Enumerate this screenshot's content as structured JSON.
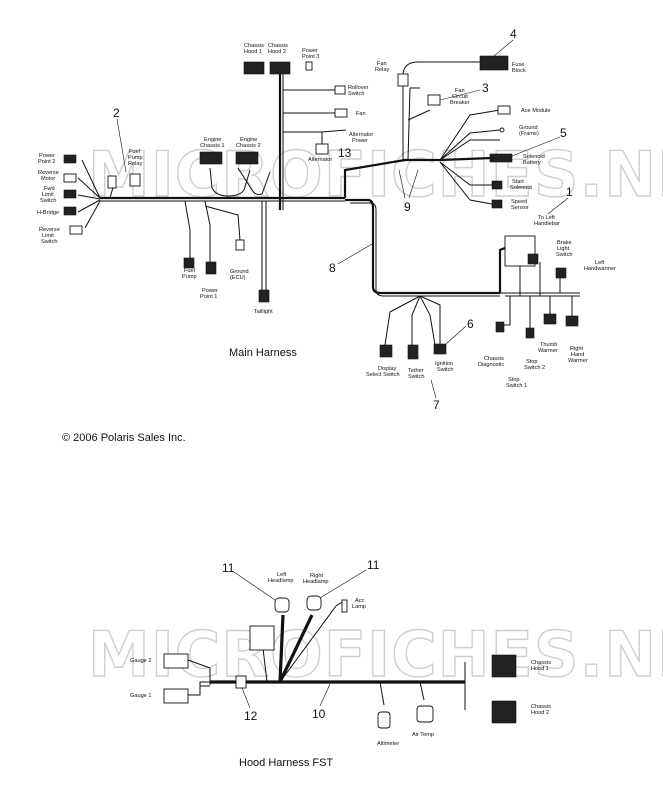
{
  "watermark": "MICROFICHES.NET",
  "copyright": "© 2006 Polaris Sales Inc.",
  "main_harness": {
    "title": "Main Harness",
    "labels": {
      "chassis_hood_1": [
        "Chassis",
        "Hood 1"
      ],
      "chassis_hood_2": [
        "Chassis",
        "Hood 2"
      ],
      "power_point_3": [
        "Power",
        "Point 3"
      ],
      "fan_relay": [
        "Fan",
        "Relay"
      ],
      "fuse_block": [
        "Fuse",
        "Block"
      ],
      "rollover_switch": [
        "Rollover",
        "Switch"
      ],
      "fan": [
        "Fan"
      ],
      "fan_circuit_breaker": [
        "Fan",
        "Circuit",
        "Breaker"
      ],
      "ace_module": [
        "Ace Module"
      ],
      "ground_frame": [
        "Ground",
        "(Frame)"
      ],
      "solenoid_battery": [
        "Solenoid",
        "Battery"
      ],
      "start_solenoid": [
        "Start",
        "Solenoid"
      ],
      "speed_sensor": [
        "Speed",
        "Sensor"
      ],
      "alternator_power": [
        "Alternator",
        "Power"
      ],
      "alternator": [
        "Alternator"
      ],
      "engine_chassis_1": [
        "Engine",
        "Chassis 1"
      ],
      "engine_chassis_2": [
        "Engine",
        "Chassis 2"
      ],
      "fuel_pump_relay": [
        "Fuel",
        "Pump",
        "Relay"
      ],
      "power_point_2": [
        "Power",
        "Point 2"
      ],
      "reverse_motor": [
        "Reverse",
        "Motor"
      ],
      "fwd_limit_switch": [
        "Fwd",
        "Limit",
        "Switch"
      ],
      "h_bridge": [
        "H-Bridge"
      ],
      "reverse_limit_switch": [
        "Reverse",
        "Limit",
        "Switch"
      ],
      "fuel_pump": [
        "Fuel",
        "Pump"
      ],
      "power_point_1": [
        "Power",
        "Point 1"
      ],
      "ground_ecu": [
        "Ground",
        "(ECU)"
      ],
      "taillight": [
        "Taillight"
      ],
      "to_left_handlebar": [
        "To Left",
        "Handlebar"
      ],
      "brake_light_switch": [
        "Brake",
        "Light",
        "Switch"
      ],
      "left_handwarmer": [
        "Left",
        "Handwarmer"
      ],
      "thumb_warmer": [
        "Thumb",
        "Warmer"
      ],
      "right_hand_warmer": [
        "Right",
        "Hand",
        "Warmer"
      ],
      "chassis_diagnostic": [
        "Chassis",
        "Diagnostic"
      ],
      "stop_switch_2": [
        "Stop",
        "Switch 2"
      ],
      "stop_switch_1": [
        "Stop",
        "Switch 1"
      ],
      "ignition_switch": [
        "Ignition",
        "Switch"
      ],
      "display_select_switch": [
        "Display",
        "Select Switch"
      ],
      "tether_switch": [
        "Tether",
        "Switch"
      ]
    },
    "callouts": {
      "c1": "1",
      "c2": "2",
      "c3": "3",
      "c4": "4",
      "c5": "5",
      "c6": "6",
      "c7": "7",
      "c8": "8",
      "c9": "9",
      "c13": "13"
    }
  },
  "hood_harness": {
    "title": "Hood Harness  FST",
    "labels": {
      "left_headlamp": [
        "Left",
        "Headlamp"
      ],
      "right_headlamp": [
        "Right",
        "Headlamp"
      ],
      "acc_lamp": [
        "Acc",
        "Lamp"
      ],
      "gauge_2": [
        "Gauge 2"
      ],
      "gauge_1": [
        "Gauge 1"
      ],
      "chassis_hood_1": [
        "Chassis",
        "Hood 1"
      ],
      "chassis_hood_2": [
        "Chassis",
        "Hood 2"
      ],
      "altimeter": [
        "Altimeter"
      ],
      "air_temp": [
        "Air Temp"
      ]
    },
    "callouts": {
      "c11a": "11",
      "c11b": "11",
      "c12": "12",
      "c10": "10"
    }
  }
}
